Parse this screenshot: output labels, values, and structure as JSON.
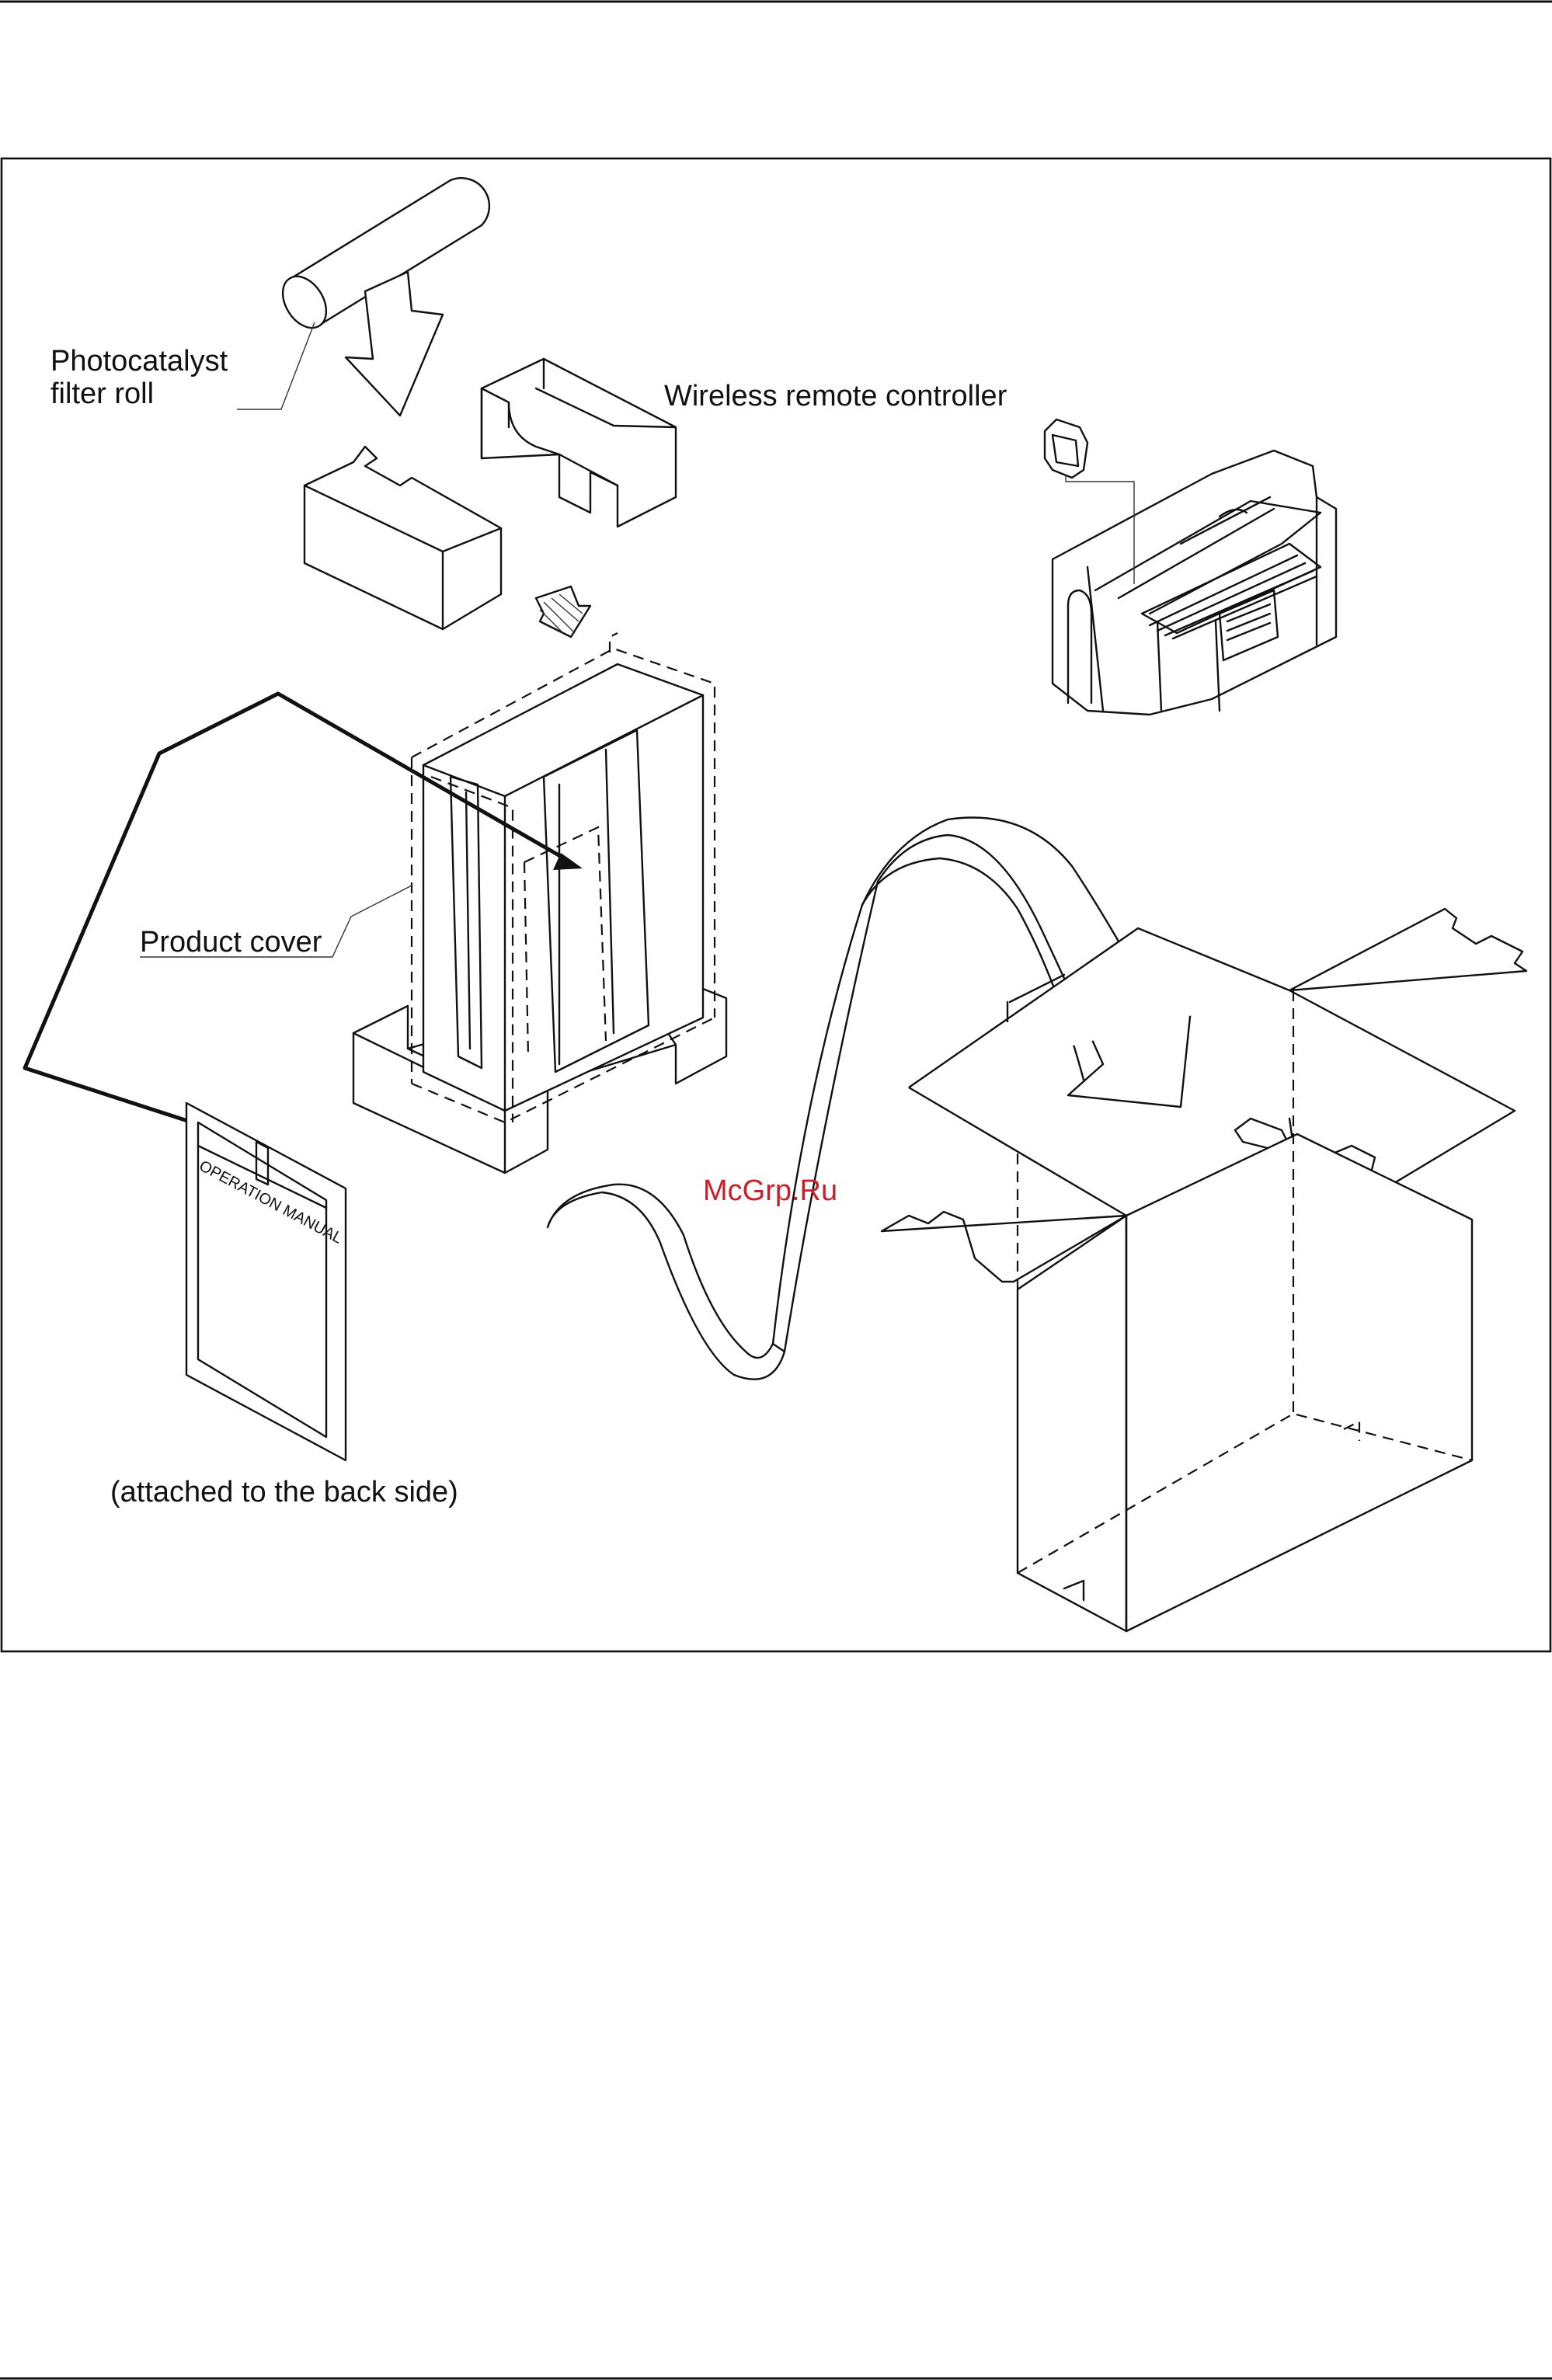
{
  "labels": {
    "photocatalyst": [
      "Photocatalyst",
      "filter roll"
    ],
    "remote": "Wireless remote controller",
    "product_cover": "Product cover",
    "attached": "(attached to the back side)",
    "manual": "OPERATION MANUAL"
  },
  "watermark": "McGrp.Ru",
  "colors": {
    "line": "#111111",
    "watermark": "#c8202a",
    "background": "#ffffff"
  }
}
